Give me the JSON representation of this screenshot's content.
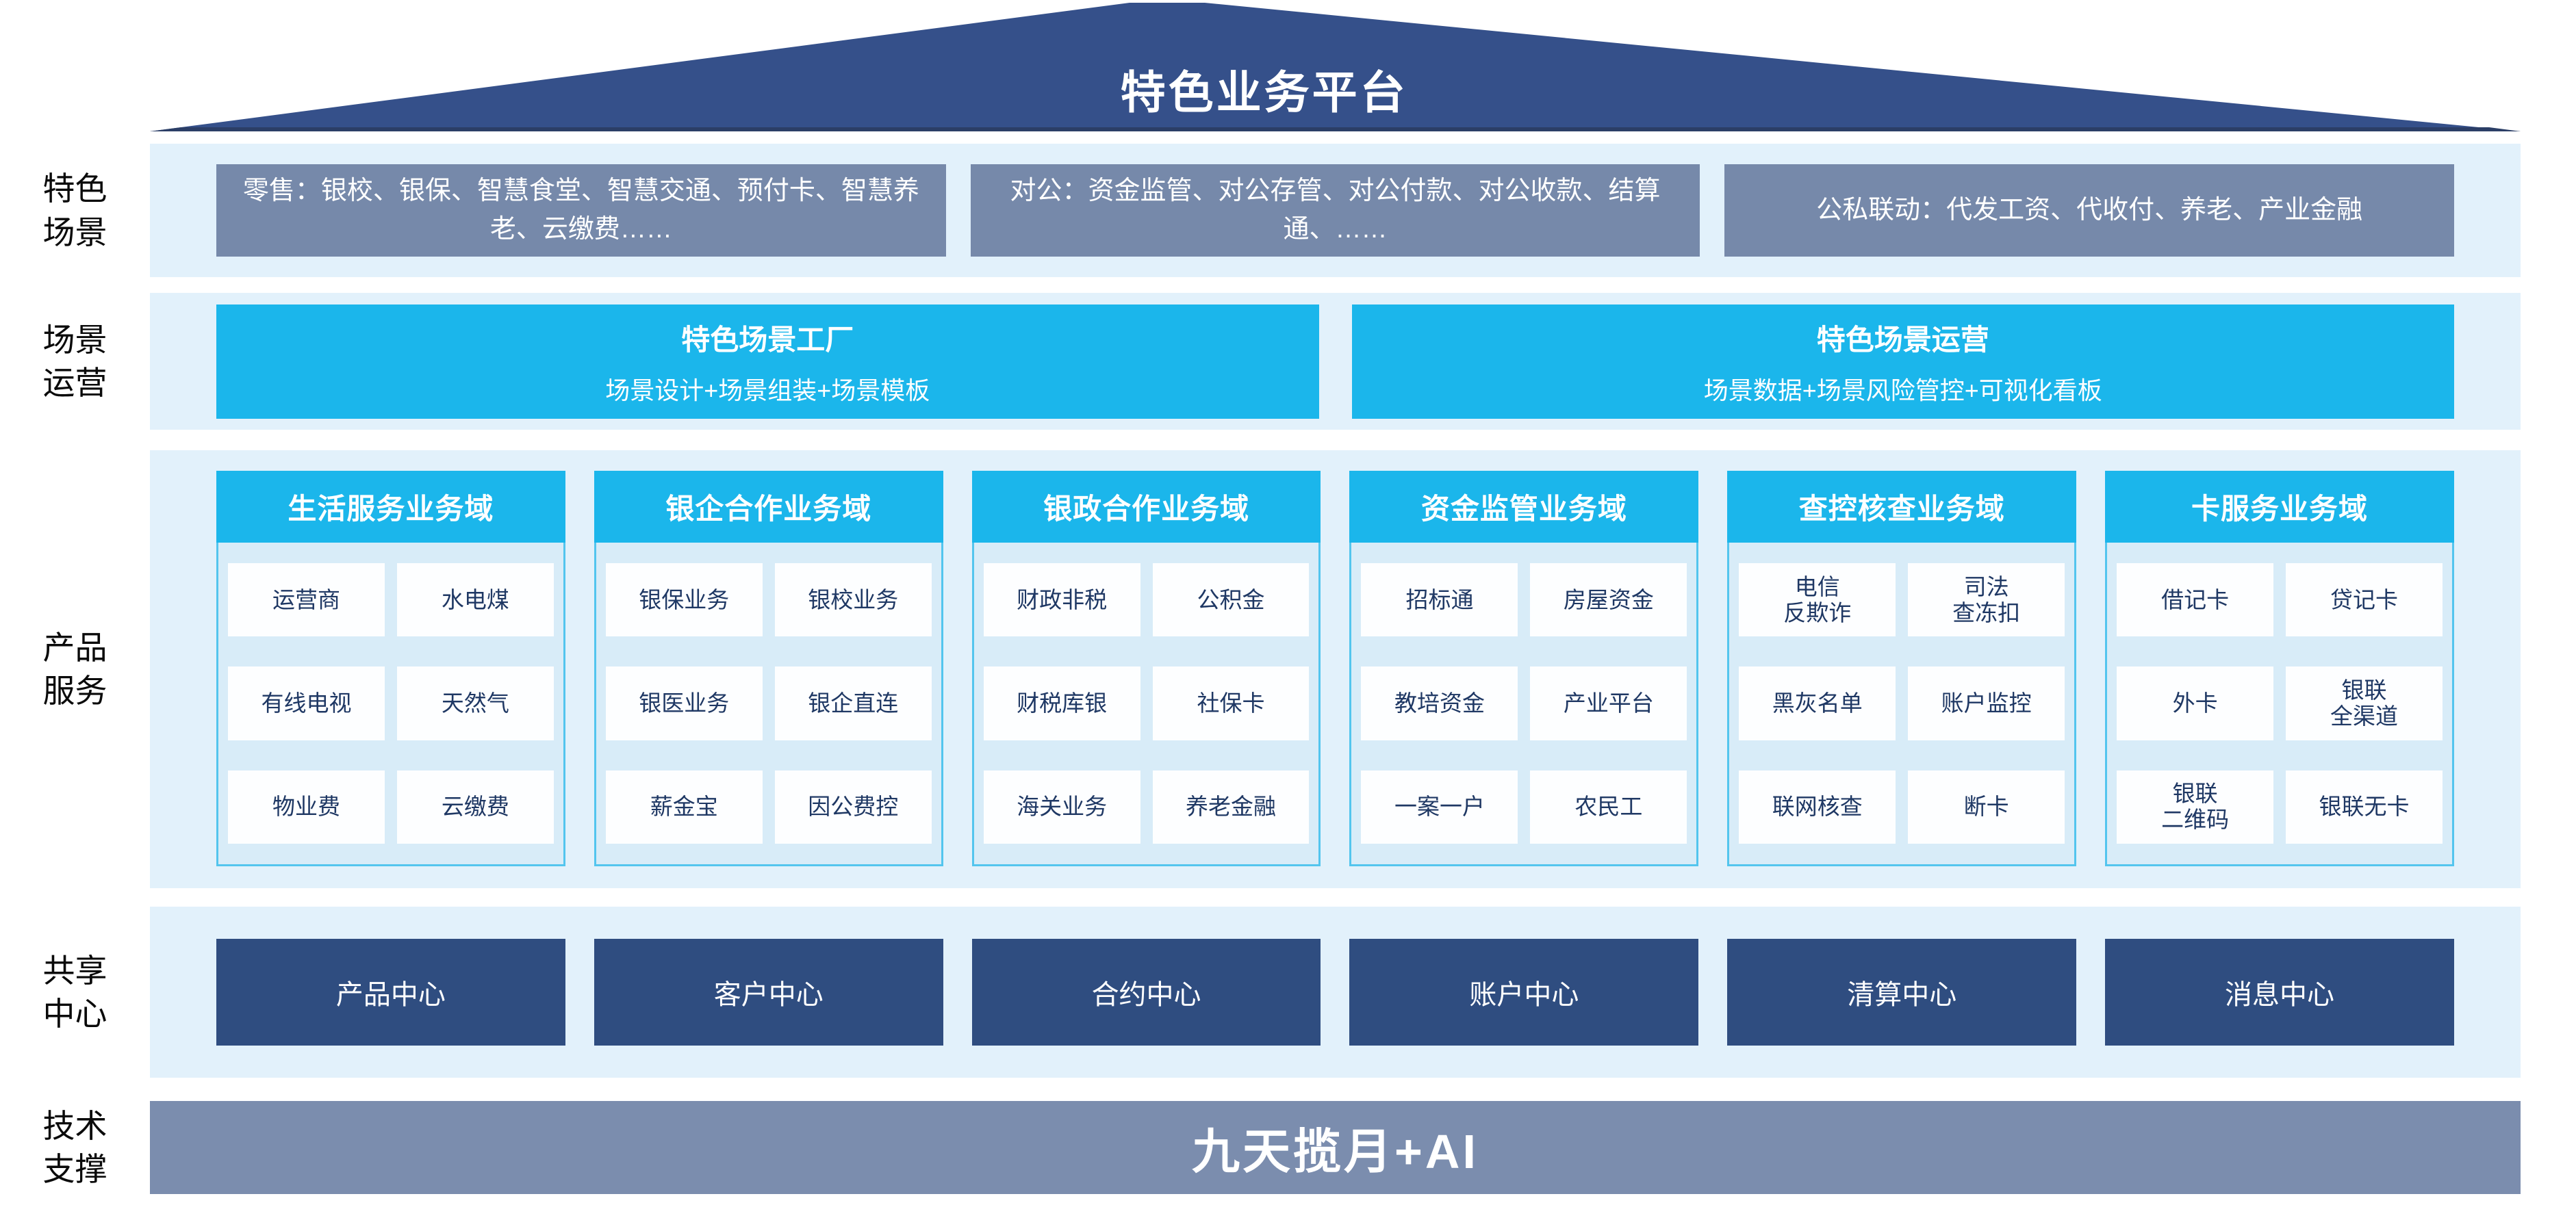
{
  "title": "特色业务平台",
  "colors": {
    "roof_navy": "#35508A",
    "roof_edge": "#2B3E66",
    "band_light_blue": "#E2F1FB",
    "scene_steel_blue": "#7689AA",
    "accent_cyan": "#1BB6EB",
    "domain_body_blue": "#D8ECF8",
    "cell_text_navy": "#1F3864",
    "center_deep_blue": "#2F4D80",
    "tech_bar_gray_blue": "#7B8DAE"
  },
  "side_labels": [
    {
      "label": "特色\n场景"
    },
    {
      "label": "场景\n运营"
    },
    {
      "label": "产品\n服务"
    },
    {
      "label": "共享\n中心"
    },
    {
      "label": "技术\n支撑"
    }
  ],
  "scene_row": {
    "boxes": [
      {
        "text": "零售：银校、银保、智慧食堂、智慧交通、预付卡、智慧养老、云缴费……"
      },
      {
        "text": "对公：资金监管、对公存管、对公付款、对公收款、结算通、……"
      },
      {
        "text": "公私联动：代发工资、代收付、养老、产业金融"
      }
    ]
  },
  "ops_row": {
    "boxes": [
      {
        "title": "特色场景工厂",
        "subtitle": "场景设计+场景组装+场景模板"
      },
      {
        "title": "特色场景运营",
        "subtitle": "场景数据+场景风险管控+可视化看板"
      }
    ]
  },
  "domains": [
    {
      "header": "生活服务业务域",
      "items": [
        "运营商",
        "水电煤",
        "有线电视",
        "天然气",
        "物业费",
        "云缴费"
      ]
    },
    {
      "header": "银企合作业务域",
      "items": [
        "银保业务",
        "银校业务",
        "银医业务",
        "银企直连",
        "薪金宝",
        "因公费控"
      ]
    },
    {
      "header": "银政合作业务域",
      "items": [
        "财政非税",
        "公积金",
        "财税库银",
        "社保卡",
        "海关业务",
        "养老金融"
      ]
    },
    {
      "header": "资金监管业务域",
      "items": [
        "招标通",
        "房屋资金",
        "教培资金",
        "产业平台",
        "一案一户",
        "农民工"
      ]
    },
    {
      "header": "查控核查业务域",
      "items": [
        "电信\n反欺诈",
        "司法\n查冻扣",
        "黑灰名单",
        "账户监控",
        "联网核查",
        "断卡"
      ]
    },
    {
      "header": "卡服务业务域",
      "items": [
        "借记卡",
        "贷记卡",
        "外卡",
        "银联\n全渠道",
        "银联\n二维码",
        "银联无卡"
      ]
    }
  ],
  "centers": [
    {
      "label": "产品中心"
    },
    {
      "label": "客户中心"
    },
    {
      "label": "合约中心"
    },
    {
      "label": "账户中心"
    },
    {
      "label": "清算中心"
    },
    {
      "label": "消息中心"
    }
  ],
  "tech_support": {
    "label": "九天揽月+AI"
  }
}
